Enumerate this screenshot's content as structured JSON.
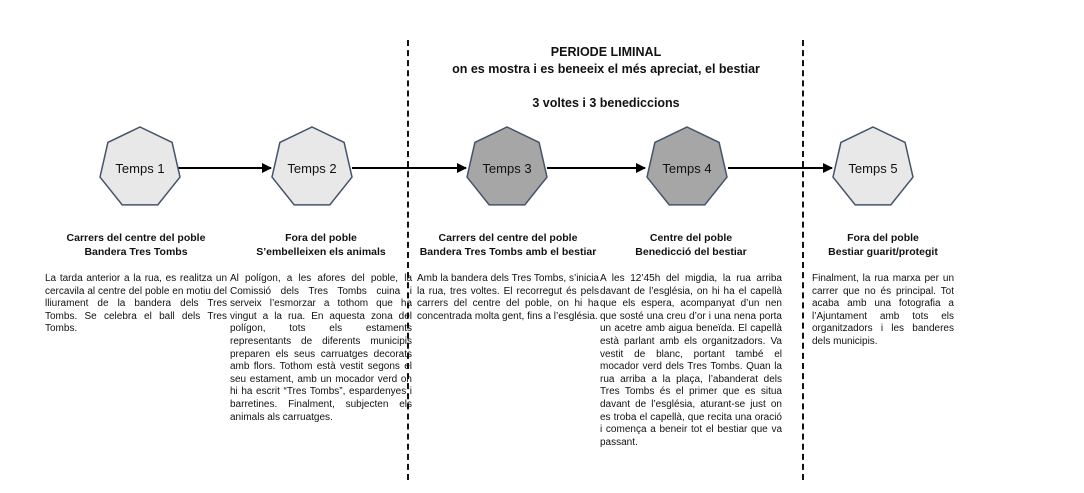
{
  "header": {
    "title": "PERIODE LIMINAL",
    "subtitle": "on es mostra i es beneeix el més apreciat, el bestiar",
    "counts": "3 voltes i 3 benediccions"
  },
  "colors": {
    "light_node": "#e8e8e8",
    "dark_node": "#a6a6a6",
    "stroke": "#44546a",
    "arrow": "#000000"
  },
  "stages": [
    {
      "label": "Temps 1",
      "shade": "light",
      "heading1": "Carrers del centre del poble",
      "heading2": "Bandera Tres Tombs",
      "text": "La tarda anterior a la rua, es realitza un cercavila al centre del poble en motiu del lliurament de la bandera dels Tres Tombs. Se celebra el ball dels Tres Tombs."
    },
    {
      "label": "Temps 2",
      "shade": "light",
      "heading1": "Fora del poble",
      "heading2": "S’embelleixen els animals",
      "text": "Al polígon, a les afores del poble, la Comissió dels Tres Tombs cuina i serveix l’esmorzar a tothom que ha vingut a la rua. En aquesta zona del polígon, tots els estaments representants de diferents municipis preparen els seus carruatges decorats amb flors. Tothom està vestit segons el seu estament, amb un mocador verd on hi ha escrit “Tres Tombs”, espardenyes i barretines. Finalment, subjecten els animals als carruatges."
    },
    {
      "label": "Temps 3",
      "shade": "dark",
      "heading1": "Carrers del centre del poble",
      "heading2": "Bandera Tres Tombs amb el bestiar",
      "text": "Amb la bandera dels Tres Tombs, s’inicia la rua, tres voltes. El recorregut és pels carrers del centre del poble, on hi ha concentrada molta gent, fins a l’església."
    },
    {
      "label": "Temps 4",
      "shade": "dark",
      "heading1": "Centre del poble",
      "heading2": "Benedicció del bestiar",
      "text": "A les 12’45h del migdia, la rua arriba davant de l’església, on hi ha el capellà que els espera, acompanyat d’un nen que sosté una creu d’or i una nena porta un acetre amb aigua beneïda. El capellà està parlant amb els organitzadors. Va vestit de blanc, portant també el mocador verd dels Tres Tombs. Quan la rua arriba a la plaça, l’abanderat dels Tres Tombs és el primer que es situa davant de l’església, aturant-se just on es troba el capellà, que recita una oració i comença a beneir tot el bestiar que va passant."
    },
    {
      "label": "Temps 5",
      "shade": "light",
      "heading1": "Fora del poble",
      "heading2": "Bestiar guarit/protegit",
      "text": "Finalment, la rua marxa per un carrer que no és principal. Tot acaba amb una fotografia a l’Ajuntament amb tots els organitzadors i les banderes dels municipis."
    }
  ]
}
